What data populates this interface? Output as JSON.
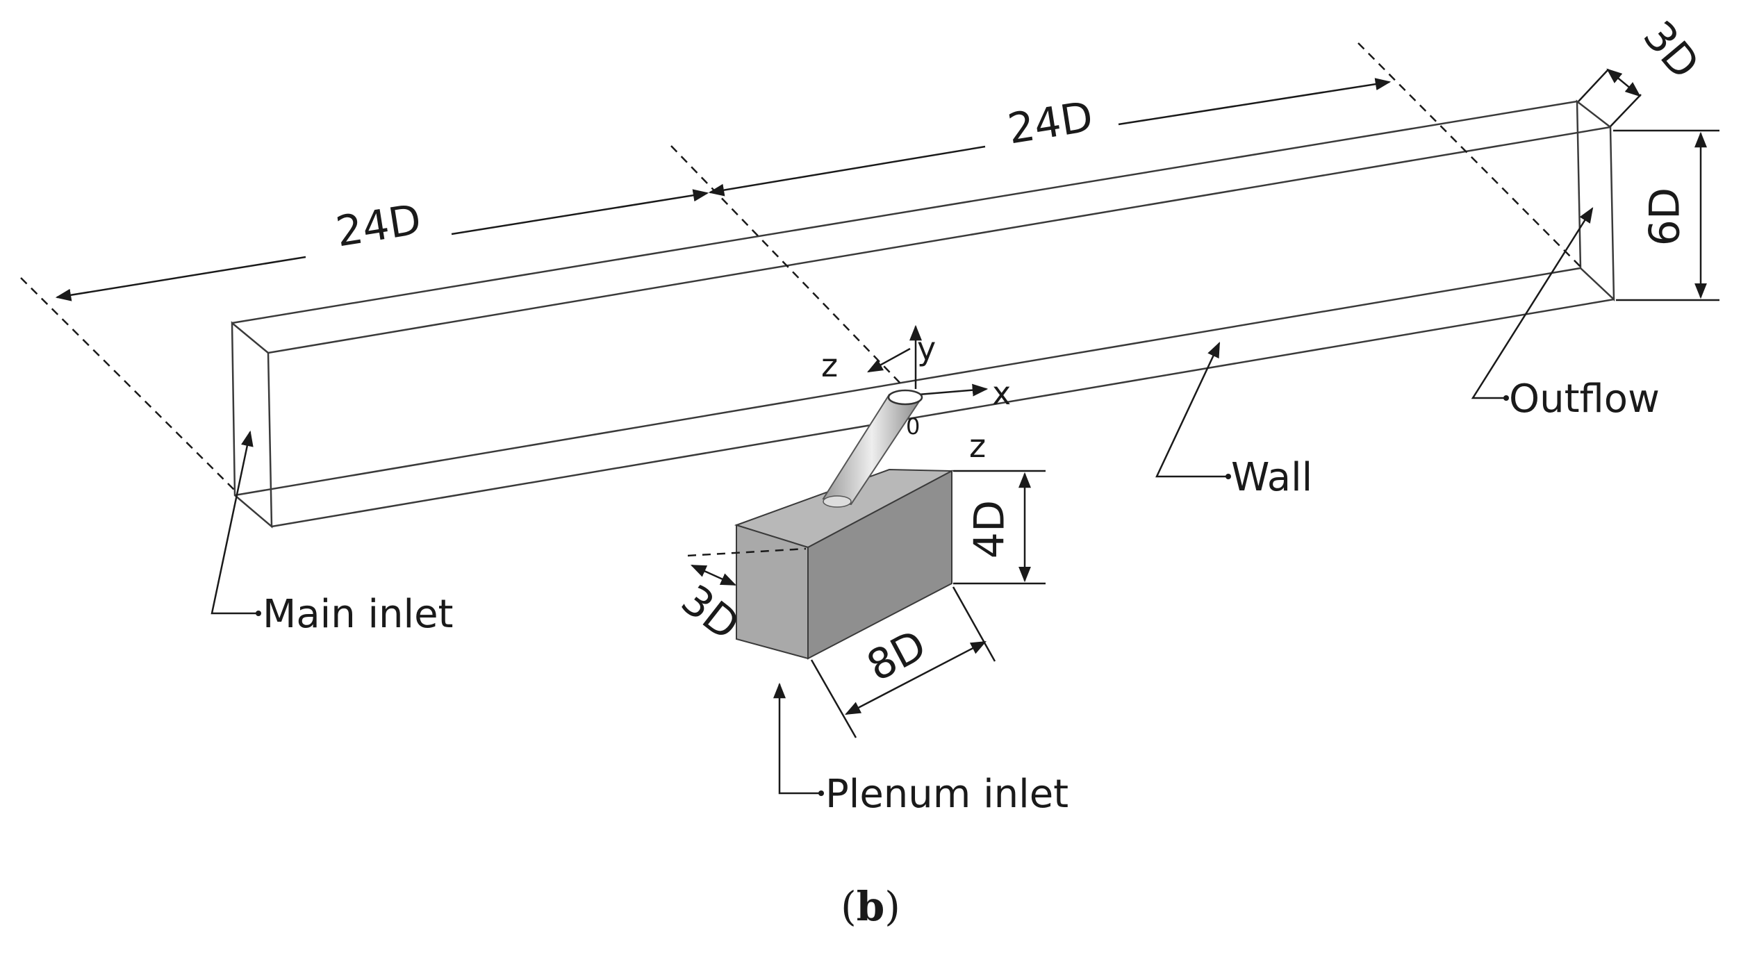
{
  "labels": {
    "main_inlet": "Main inlet",
    "outflow": "Outflow",
    "wall": "Wall",
    "plenum_inlet": "Plenum inlet"
  },
  "dimensions": {
    "length_left": "24D",
    "length_right": "24D",
    "height": "6D",
    "width": "3D",
    "plenum_height": "4D",
    "plenum_depth": "3D",
    "plenum_length": "8D"
  },
  "axes": {
    "x": "x",
    "y": "y",
    "z_main": "z",
    "origin": "0",
    "z_plenum": "z"
  },
  "caption": {
    "open": "(",
    "letter": "b",
    "close": ")"
  },
  "colors": {
    "plenum_front": "#a9a9a9",
    "plenum_side": "#8f8f8f",
    "plenum_top": "#b8b8b8",
    "pipe": "#cfcfcf",
    "line": "#1a1a1a"
  }
}
